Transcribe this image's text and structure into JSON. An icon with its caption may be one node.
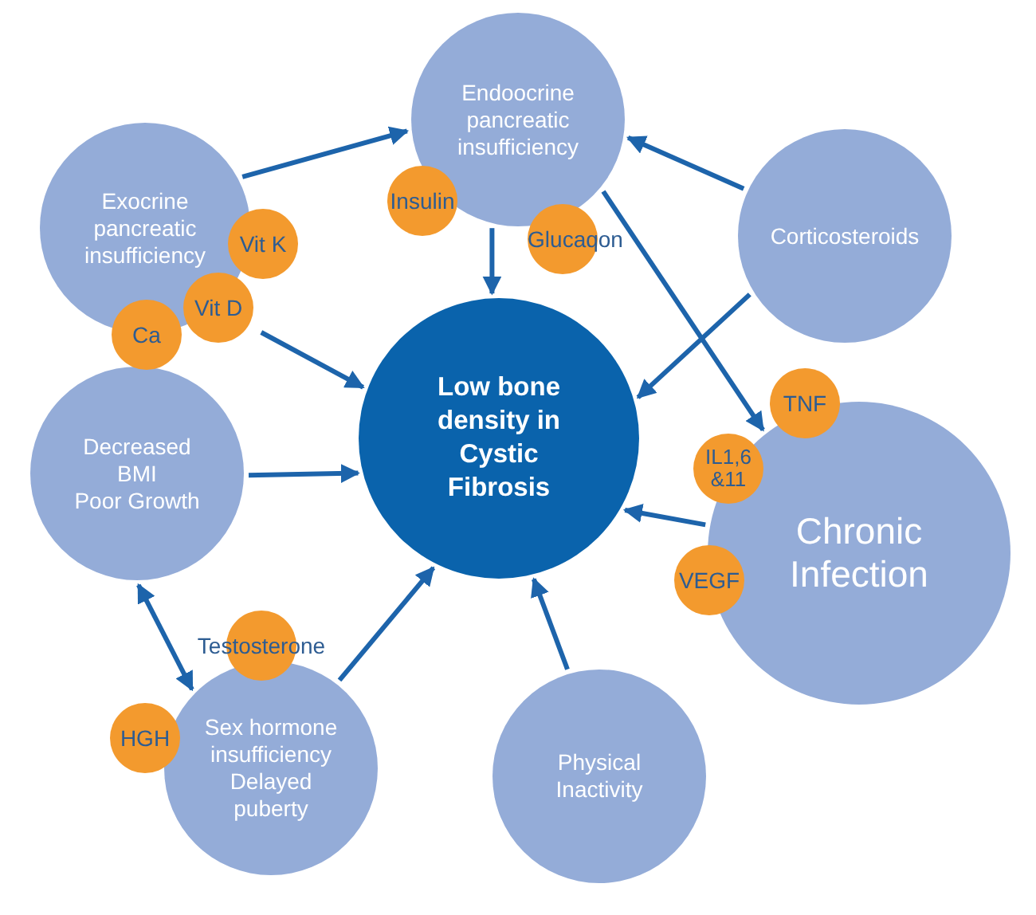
{
  "diagram": {
    "nodes": [
      {
        "text": [
          "Endoocrine pancreatic insufficiency"
        ]
      },
      {
        "text": [
          "Insulin"
        ]
      },
      {
        "text": [
          "Glucaqon"
        ]
      },
      {
        "text": [
          "Exocrine pancreatic insufficiency"
        ]
      },
      {
        "text": [
          "Vit K"
        ]
      },
      {
        "text": [
          "Vit D"
        ]
      },
      {
        "text": [
          "Ca"
        ]
      },
      {
        "text": [
          "Corticosteroids"
        ]
      },
      {
        "text": [
          "Low bone density in Cystic Fibrosis"
        ]
      },
      {
        "text": [
          "TNF"
        ]
      },
      {
        "text": [
          "Decreased BMI",
          "Poor Growth"
        ]
      },
      {
        "text": [
          "IL1,6 &11"
        ]
      },
      {
        "text": [
          "Chronic Infection"
        ]
      },
      {
        "text": [
          "VEGF"
        ]
      },
      {
        "text": [
          "Testosterone"
        ]
      },
      {
        "text": [
          "HGH"
        ]
      },
      {
        "text": [
          "Sex hormone insufficiency",
          "Delayed puberty"
        ]
      },
      {
        "text": [
          "Physical Inactivity"
        ]
      }
    ],
    "edges": [
      {
        "from": 3,
        "to": 0,
        "arrow": "to"
      },
      {
        "from": 0,
        "to": 8,
        "arrow": "to"
      },
      {
        "from": 7,
        "to": 0,
        "arrow": "to"
      },
      {
        "from": 3,
        "to": 8,
        "arrow": "to"
      },
      {
        "from": 0,
        "to": 12,
        "arrow": "to"
      },
      {
        "from": 7,
        "to": 8,
        "arrow": "to"
      },
      {
        "from": 10,
        "to": 8,
        "arrow": "to"
      },
      {
        "from": 12,
        "to": 8,
        "arrow": "to"
      },
      {
        "from": 10,
        "to": 16,
        "arrow": "both"
      },
      {
        "from": 16,
        "to": 8,
        "arrow": "to"
      },
      {
        "from": 17,
        "to": 8,
        "arrow": "to"
      }
    ]
  }
}
